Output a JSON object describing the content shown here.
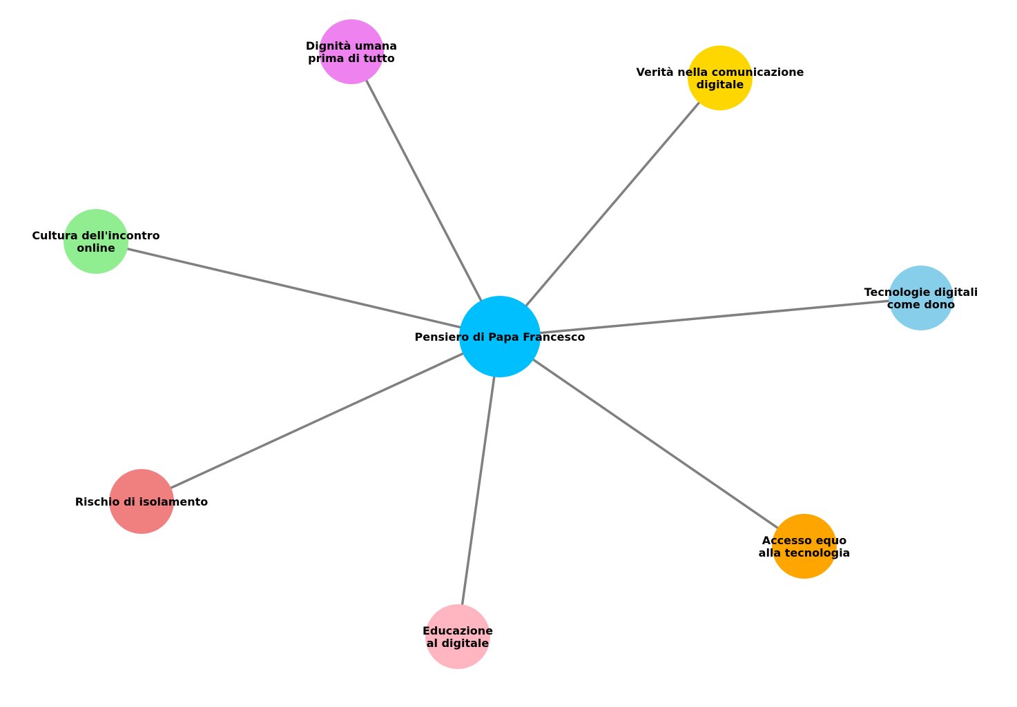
{
  "center": {
    "id": "center",
    "lines": [
      "Pensiero di Papa Francesco"
    ],
    "color": "#00BFFF"
  },
  "nodes": [
    {
      "id": "dignita",
      "lines": [
        "Dignità umana",
        "prima di tutto"
      ],
      "color": "#EE82EE"
    },
    {
      "id": "verita",
      "lines": [
        "Verità nella comunicazione",
        "digitale"
      ],
      "color": "#FFD700"
    },
    {
      "id": "cultura",
      "lines": [
        "Cultura dell'incontro",
        "online"
      ],
      "color": "#90EE90"
    },
    {
      "id": "tecnologie",
      "lines": [
        "Tecnologie digitali",
        "come dono"
      ],
      "color": "#87CEEB"
    },
    {
      "id": "rischio",
      "lines": [
        "Rischio di isolamento"
      ],
      "color": "#F08080"
    },
    {
      "id": "accesso",
      "lines": [
        "Accesso equo",
        "alla tecnologia"
      ],
      "color": "#FFA500"
    },
    {
      "id": "educazione",
      "lines": [
        "Educazione",
        "al digitale"
      ],
      "color": "#FFB6C1"
    }
  ],
  "edges": [
    [
      "center",
      "dignita"
    ],
    [
      "center",
      "verita"
    ],
    [
      "center",
      "cultura"
    ],
    [
      "center",
      "tecnologie"
    ],
    [
      "center",
      "rischio"
    ],
    [
      "center",
      "accesso"
    ],
    [
      "center",
      "educazione"
    ]
  ],
  "edge_color": "#808080"
}
